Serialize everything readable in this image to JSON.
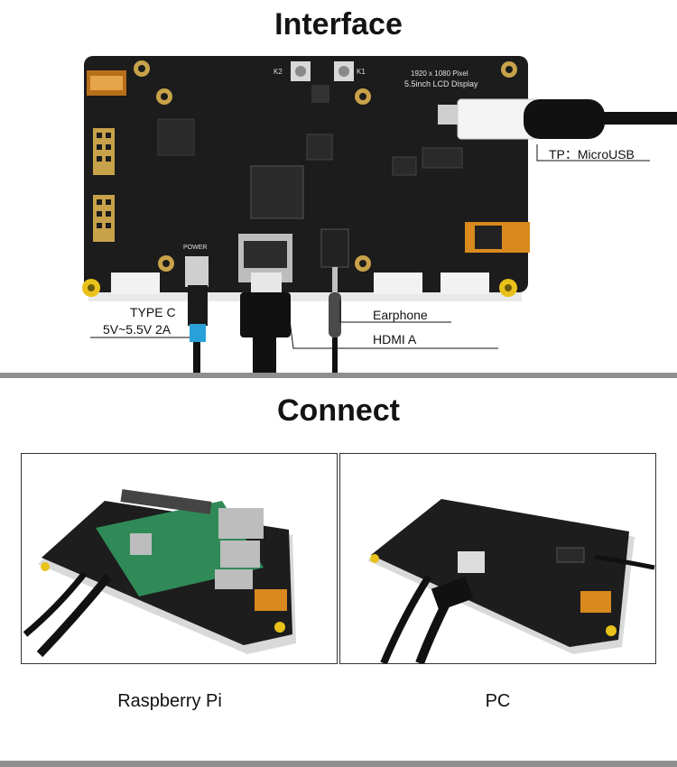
{
  "interface": {
    "title": "Interface",
    "board": {
      "model_text": "5.5inch LCD Display",
      "resolution_text": "1920 x 1080 Pixel",
      "key_labels": [
        "K2",
        "K1"
      ],
      "power_text": "POWER"
    },
    "labels": {
      "tp": "TP：MicroUSB",
      "typec_line1": "TYPE C",
      "typec_line2": "5V~5.5V 2A",
      "earphone": "Earphone",
      "hdmi": "HDMI A"
    }
  },
  "connect": {
    "title": "Connect",
    "items": [
      {
        "caption": "Raspberry Pi"
      },
      {
        "caption": "PC"
      }
    ]
  },
  "colors": {
    "board": "#1c1c1c",
    "gold": "#c8a24a",
    "flex": "#d98a1e",
    "yellow_screw": "#e8c21a",
    "divider": "#8f8f8f",
    "rpi_green": "#2f8a57"
  }
}
